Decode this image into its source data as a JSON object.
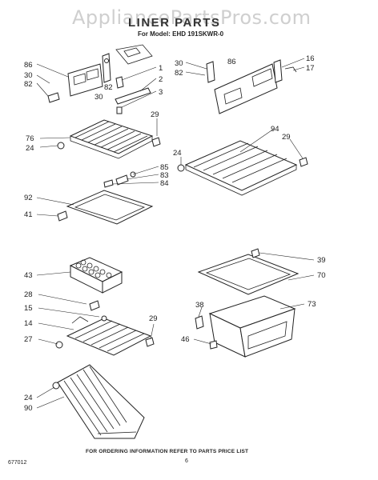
{
  "watermark": "AppliancePartsPros.com",
  "title": "LINER PARTS",
  "model_line": "For Model: EHD 191SKWR-0",
  "footer_note": "FOR ORDERING INFORMATION REFER TO PARTS PRICE LIST",
  "doc_number": "677012",
  "page_number": "6",
  "callouts": {
    "c86a": "86",
    "c30a": "30",
    "c82a": "82",
    "c1": "1",
    "c82b": "82",
    "c2": "2",
    "c30b": "30",
    "c3": "3",
    "c30c": "30",
    "c82c": "82",
    "c86b": "86",
    "c16": "16",
    "c17": "17",
    "c29a": "29",
    "c76": "76",
    "c24a": "24",
    "c94": "94",
    "c29b": "29",
    "c24b": "24",
    "c85": "85",
    "c83": "83",
    "c84": "84",
    "c92": "92",
    "c41": "41",
    "c43": "43",
    "c39": "39",
    "c70": "70",
    "c28": "28",
    "c15": "15",
    "c14": "14",
    "c27": "27",
    "c29c": "29",
    "c38": "38",
    "c73": "73",
    "c46": "46",
    "c24c": "24",
    "c90": "90"
  }
}
